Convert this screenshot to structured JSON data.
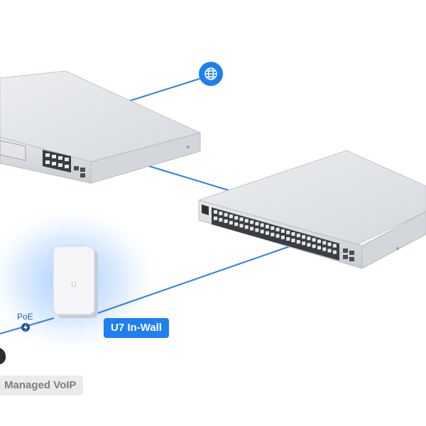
{
  "colors": {
    "accent": "#1e7ff0",
    "link_line": "#2f7fe0",
    "device_light": "#dfe2e6",
    "device_dark": "#a9adb3",
    "glow": "#4f9cff"
  },
  "icons": {
    "internet": "globe-icon",
    "poe": "lightning-bolt-icon"
  },
  "labels": {
    "access_point": "U7 In-Wall",
    "voip": "Managed VoIP",
    "poe": "PoE"
  }
}
